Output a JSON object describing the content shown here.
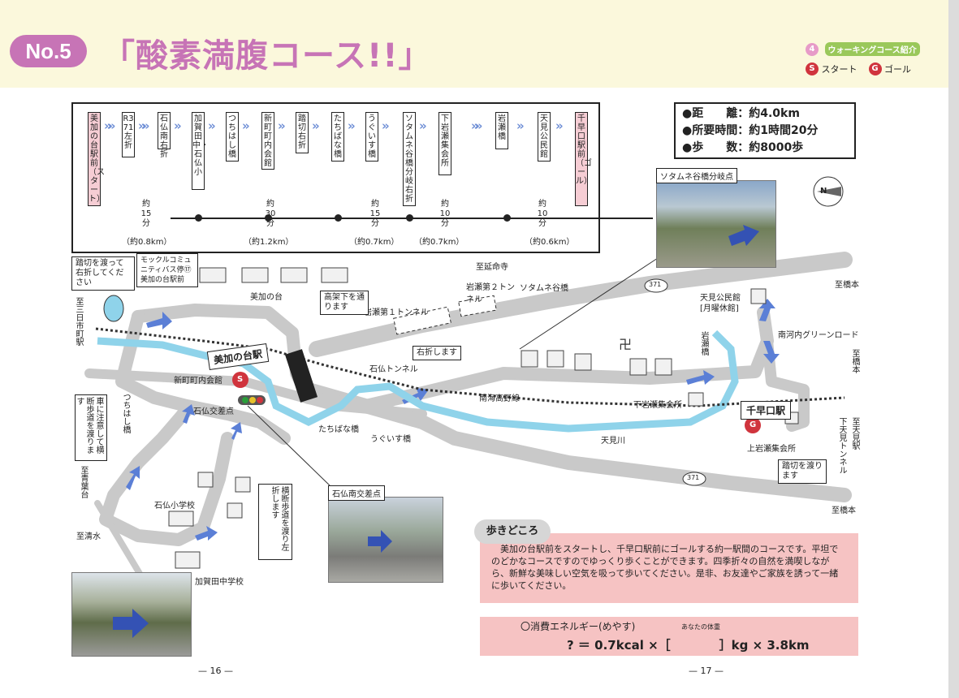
{
  "header": {
    "badge": "No.5",
    "title": "「酸素満腹コース!!」",
    "section_number": "4",
    "section_label": "ウォーキングコース紹介",
    "legend_start_mark": "S",
    "legend_start": "スタート",
    "legend_goal_mark": "G",
    "legend_goal": "ゴール"
  },
  "route": {
    "stops": [
      "美加の台駅前（スタート）",
      "R371左折",
      "石仏南右折",
      "加賀田中・石仏小",
      "つちはし橋",
      "新町町内会館",
      "踏切右折",
      "たちばな橋",
      "うぐいす橋",
      "ソタムネ谷橋分岐右折",
      "下岩瀬集会所",
      "岩瀬橋",
      "天見公民館",
      "千早口駅前（ゴール）"
    ],
    "times": [
      {
        "about": "約",
        "value": "15",
        "unit": "分"
      },
      {
        "about": "約",
        "value": "30",
        "unit": "分"
      },
      {
        "about": "約",
        "value": "15",
        "unit": "分"
      },
      {
        "about": "約",
        "value": "10",
        "unit": "分"
      },
      {
        "about": "約",
        "value": "10",
        "unit": "分"
      }
    ],
    "distances": [
      "（約0.8km）",
      "（約1.2km）",
      "（約0.7km）",
      "（約0.7km）",
      "（約0.6km）"
    ]
  },
  "info": {
    "distance": "●距　　離：約4.0km",
    "time": "●所要時間：約1時間20分",
    "steps": "●歩　　数：約8000歩"
  },
  "map": {
    "photo1_caption": "ソタムネ谷橋分岐点",
    "photo2_caption": "石仏南交差点",
    "compass": "N",
    "labels": {
      "enmei": "至延命寺",
      "iwase2": "岩瀬第２トンネル",
      "sotamune": "ソタムネ谷橋",
      "hashimoto1": "至橋本",
      "amami_komin": "天見公民館",
      "gessho": "[月曜休館]",
      "minamikawachi": "南河内グリーンロード",
      "iwase_bridge": "岩瀬橋",
      "hashimoto2": "至橋本",
      "hashimoto3": "至橋本",
      "amami_sta": "至天見駅",
      "shimo_tunnel": "下天見トンネル",
      "kamiiwase": "上岩瀬集会所",
      "shimoiwase": "下岩瀬集会所",
      "nankai": "南海高野線",
      "amamigawa": "天見川",
      "ishibotoke_tunnel": "石仏トンネル",
      "iwase1": "岩瀬第１トンネル",
      "mikanodai": "美加の台",
      "shinmachi": "新町町内会館",
      "ishibotoke_cross": "石仏交差点",
      "ishibotoke_school": "石仏小学校",
      "kagata_school": "加賀田中学校",
      "mikkaichi": "至三日市町駅",
      "aomi": "至青葉台",
      "kiyomizu": "至清水",
      "tsuchihashi": "つちはし橋",
      "tachibana": "たちばな橋",
      "uguisu": "うぐいす橋",
      "route371a": "371",
      "route371b": "371"
    },
    "callouts": {
      "fumikiri": "踏切を渡って右折してください",
      "bus": "モックルコミュニティバス停⑰美加の台駅前",
      "koka": "高架下を通ります",
      "migi": "右折します",
      "kuruma": "車に注意して横断歩道を渡ります",
      "odan": "横断歩道を渡り左折します",
      "fumikiri2": "踏切を渡ります"
    },
    "station1": "美加の台駅",
    "station2": "千早口駅",
    "start_mark": "S",
    "goal_mark": "G"
  },
  "walk": {
    "tab": "歩きどころ",
    "text": "美加の台駅前をスタートし、千早口駅前にゴールする約一駅間のコースです。平坦でのどかなコースですのでゆっくり歩くことができます。四季折々の自然を満喫しながら、新鮮な美味しい空気を吸って歩いてください。是非、お友達やご家族を誘って一緒に歩いてください。"
  },
  "energy": {
    "title": "〇消費エネルギー(めやす)",
    "weight_label": "あなたの体重",
    "formula": "?  ＝  0.7kcal  ×［　　　　］kg  ×  3.8km"
  },
  "pages": {
    "left": "— 16 —",
    "right": "— 17 —"
  },
  "colors": {
    "accent": "#c774b6",
    "route": "#5b7fd6",
    "road": "#c9c9c9",
    "river": "#8fd3ea",
    "box_pink": "#f6c3c3"
  }
}
